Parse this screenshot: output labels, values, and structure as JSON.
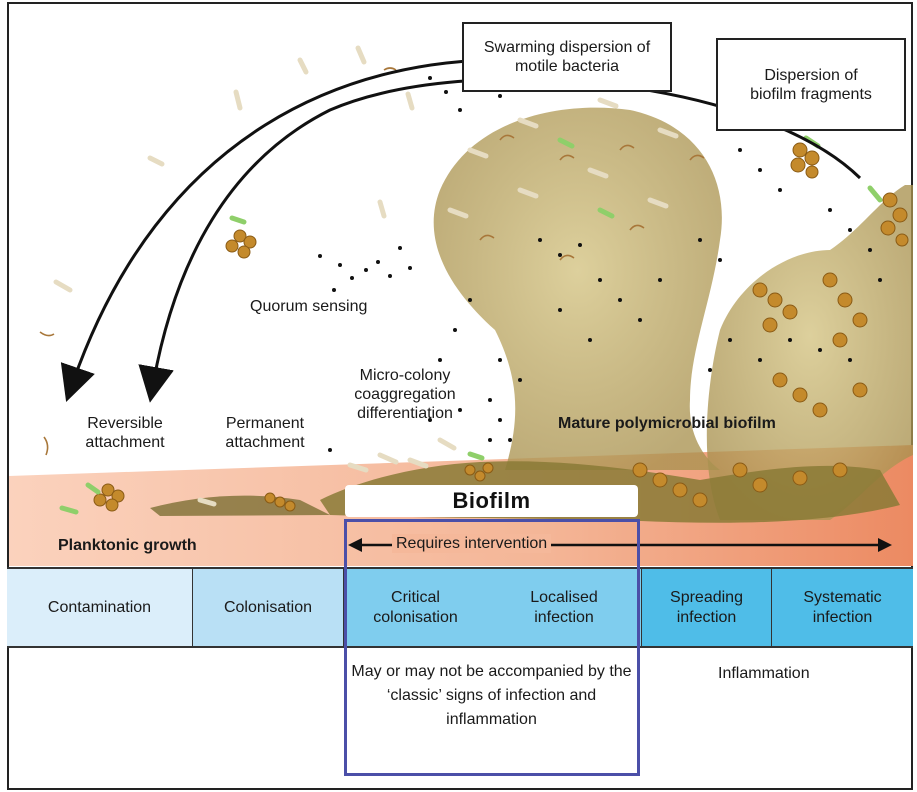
{
  "callouts": {
    "swarming": "Swarming dispersion of motile bacteria",
    "fragments": "Dispersion of biofilm fragments"
  },
  "labels": {
    "quorum_sensing": "Quorum sensing",
    "reversible_attachment": "Reversible attachment",
    "permanent_attachment": "Permanent attachment",
    "microcolony": "Micro-colony coaggregation differentiation",
    "mature_biofilm": "Mature polymicrobial biofilm",
    "planktonic_growth": "Planktonic growth",
    "biofilm": "Biofilm",
    "requires_intervention": "Requires intervention",
    "inflammation": "Inflammation"
  },
  "stages": [
    {
      "label": "Contamination",
      "color": "#dbeefa"
    },
    {
      "label": "Colonisation",
      "color": "#b9e0f5"
    },
    {
      "label": "Critical colonisation",
      "color": "#7fcdee"
    },
    {
      "label": "Localised infection",
      "color": "#7fcdee"
    },
    {
      "label": "Spreading infection",
      "color": "#4fbde8"
    },
    {
      "label": "Systematic infection",
      "color": "#4fbde8"
    }
  ],
  "note": "May or may not be accompanied by the ‘classic’ signs of infection and inflammation",
  "colors": {
    "tissue": "#f5b89a",
    "tissue_deep": "#ee8e66",
    "biofilm_matrix": "#b8a55f",
    "intervention_border": "#4b4fa8"
  }
}
